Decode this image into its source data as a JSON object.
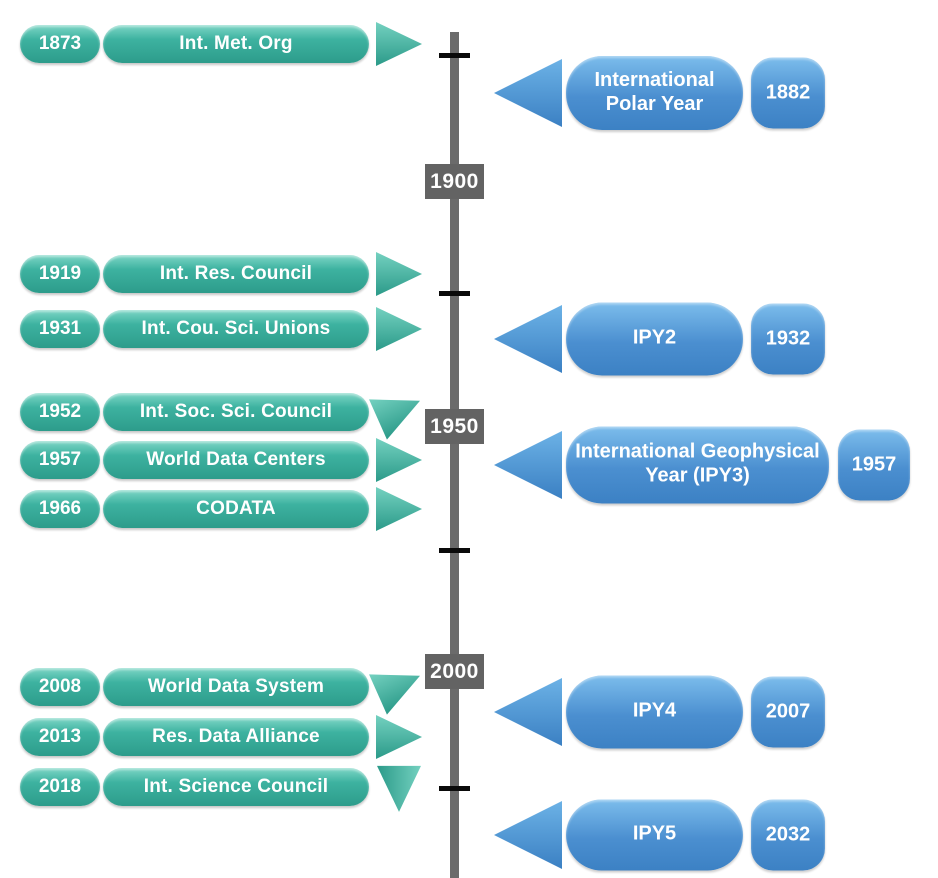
{
  "diagram": {
    "description": "Timeline of international science organizations and International Polar Years",
    "background": "#ffffff"
  },
  "palette": {
    "teal_top": "#7ed6c6",
    "teal_bottom": "#2d9c8b",
    "blue_top": "#7cbdec",
    "blue_bottom": "#3c81c4",
    "axis_gray": "#6b6b6b",
    "label_box_gray": "#636363",
    "tick_black": "#0a0a0a",
    "text_white": "#ffffff"
  },
  "timeline": {
    "labels": [
      "1900",
      "1950",
      "2000"
    ],
    "tick_count": 4
  },
  "left_events": [
    {
      "year": "1873",
      "label": "Int. Met. Org"
    },
    {
      "year": "1919",
      "label": "Int. Res. Council"
    },
    {
      "year": "1931",
      "label": "Int. Cou. Sci. Unions"
    },
    {
      "year": "1952",
      "label": "Int. Soc. Sci. Council"
    },
    {
      "year": "1957",
      "label": "World Data Centers"
    },
    {
      "year": "1966",
      "label": "CODATA"
    },
    {
      "year": "2008",
      "label": "World Data System"
    },
    {
      "year": "2013",
      "label": "Res. Data Alliance"
    },
    {
      "year": "2018",
      "label": "Int. Science Council"
    }
  ],
  "right_events": [
    {
      "label": "International Polar Year",
      "year": "1882"
    },
    {
      "label": "IPY2",
      "year": "1932"
    },
    {
      "label": "International Geophysical Year (IPY3)",
      "year": "1957"
    },
    {
      "label": "IPY4",
      "year": "2007"
    },
    {
      "label": "IPY5",
      "year": "2032"
    }
  ]
}
